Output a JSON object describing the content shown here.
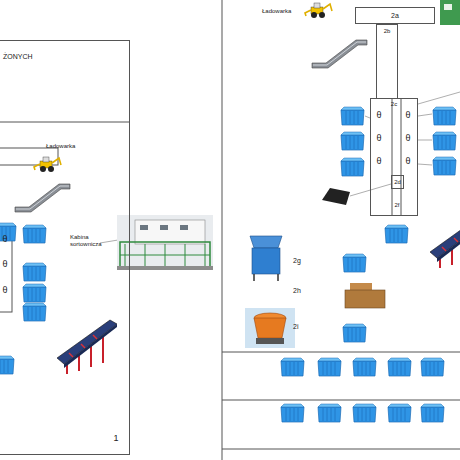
{
  "diagram": {
    "nodes": [
      {
        "text": [
          "ŻONYCH"
        ]
      },
      {
        "text": [
          "2a"
        ]
      },
      {
        "text": [
          "2b"
        ]
      },
      {
        "text": [
          "2c"
        ]
      },
      {
        "text": [
          "2d"
        ],
        "in": 3
      }
    ],
    "labels": [
      "Ładowarka",
      "Ładowarka",
      "Kabina sortownicza",
      "θ",
      "θ",
      "θ",
      "1",
      "θ",
      "θ",
      "θ",
      "θ",
      "θ",
      "θ",
      "2f",
      "2g",
      "2h",
      "2i"
    ]
  }
}
